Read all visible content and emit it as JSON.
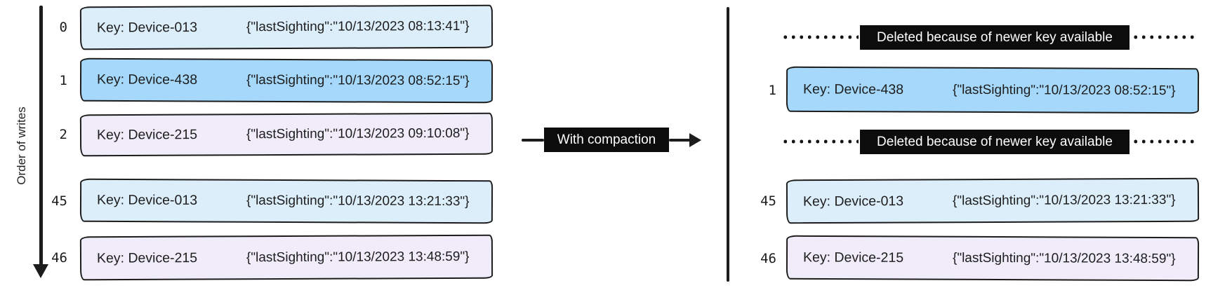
{
  "colors": {
    "blue": "#a5d8fa",
    "lightblue": "#ddeefb",
    "lavender": "#f0ecf9",
    "label_bg": "#0c0c0c",
    "label_text": "#ffffff",
    "ink": "#1c1c1c"
  },
  "left_panel": {
    "axis_label": "Order of writes",
    "rows": [
      {
        "index": "0",
        "key": "Key: Device-013",
        "value": "{\"lastSighting\":\"10/13/2023 08:13:41\"}",
        "fill_color": "#ddeefb"
      },
      {
        "index": "1",
        "key": "Key: Device-438",
        "value": "{\"lastSighting\":\"10/13/2023 08:52:15\"}",
        "fill_color": "#a5d8fa"
      },
      {
        "index": "2",
        "key": "Key: Device-215",
        "value": "{\"lastSighting\":\"10/13/2023 09:10:08\"}",
        "fill_color": "#f0ecf9"
      },
      {
        "index": "45",
        "key": "Key: Device-013",
        "value": "{\"lastSighting\":\"10/13/2023 13:21:33\"}",
        "fill_color": "#ddeefb"
      },
      {
        "index": "46",
        "key": "Key: Device-215",
        "value": "{\"lastSighting\":\"10/13/2023 13:48:59\"}",
        "fill_color": "#f0ecf9"
      }
    ]
  },
  "transform_arrow": {
    "label": "With compaction"
  },
  "right_panel": {
    "items": [
      {
        "type": "deleted",
        "label": "Deleted because of newer key available"
      },
      {
        "type": "record",
        "index": "1",
        "key": "Key: Device-438",
        "value": "{\"lastSighting\":\"10/13/2023 08:52:15\"}",
        "fill_color": "#a5d8fa"
      },
      {
        "type": "deleted",
        "label": "Deleted because of newer key available"
      },
      {
        "type": "record",
        "index": "45",
        "key": "Key: Device-013",
        "value": "{\"lastSighting\":\"10/13/2023 13:21:33\"}",
        "fill_color": "#ddeefb"
      },
      {
        "type": "record",
        "index": "46",
        "key": "Key: Device-215",
        "value": "{\"lastSighting\":\"10/13/2023 13:48:59\"}",
        "fill_color": "#f0ecf9"
      }
    ]
  }
}
